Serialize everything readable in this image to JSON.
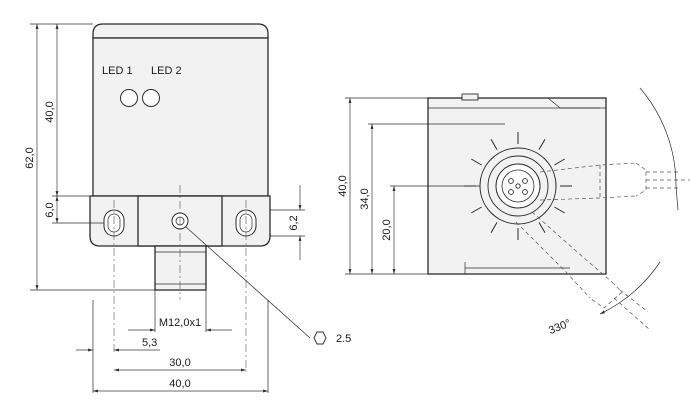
{
  "front_view": {
    "led1_label": "LED 1",
    "led2_label": "LED 2",
    "dim_total_height": "62,0",
    "dim_body_height": "40,0",
    "dim_flange_height": "6,0",
    "dim_hole_height": "6,2",
    "dim_thread": "M12,0x1",
    "dim_offset": "5,3",
    "dim_hole_spacing": "30,0",
    "dim_width": "40,0",
    "hex_key_size": "2.5"
  },
  "side_view": {
    "dim_height": "40,0",
    "dim_connector_height": "34,0",
    "dim_center_height": "20,0",
    "rotation_angle": "330°"
  }
}
